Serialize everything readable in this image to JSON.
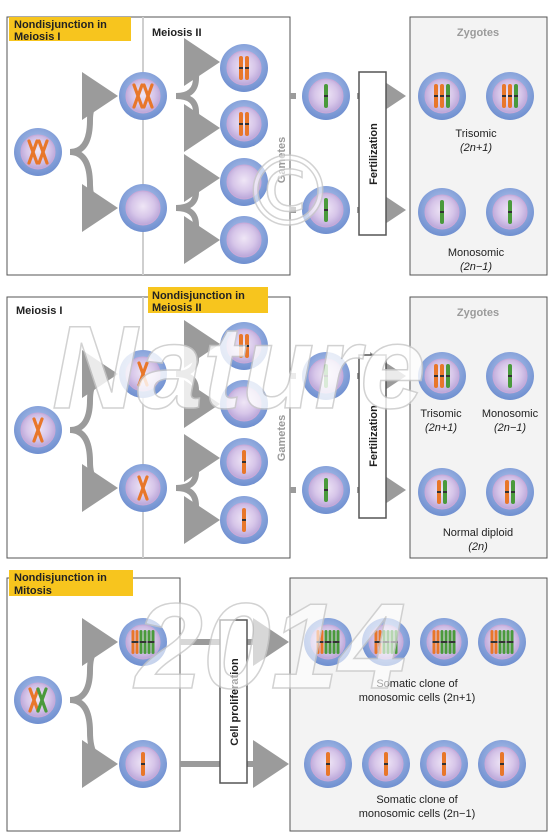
{
  "panels": {
    "meiosis1": {
      "tag_line1": "Nondisjunction in",
      "tag_line2": "Meiosis I",
      "meiosis2_label": "Meiosis II",
      "gametes_label": "Gametes",
      "fertilization_label": "Fertilization",
      "zygotes_label": "Zygotes",
      "trisomic_label": "Trisomic",
      "trisomic_formula": "(2n+1)",
      "monosomic_label": "Monosomic",
      "monosomic_formula": "(2n−1)"
    },
    "meiosis2": {
      "meiosis1_label": "Meiosis I",
      "tag_line1": "Nondisjunction in",
      "tag_line2": "Meiosis II",
      "gametes_label": "Gametes",
      "fertilization_label": "Fertilization",
      "zygotes_label": "Zygotes",
      "trisomic_label": "Trisomic",
      "trisomic_formula": "(2n+1)",
      "monosomic_label": "Monosomic",
      "monosomic_formula": "(2n−1)",
      "diploid_label": "Normal diploid",
      "diploid_formula": "(2n)"
    },
    "mitosis": {
      "tag_line1": "Nondisjunction in",
      "tag_line2": "Mitosis",
      "proliferation_label": "Cell proliferation",
      "clone_top_line1": "Somatic clone of",
      "clone_top_line2": "monosomic cells (2n+1)",
      "clone_bottom_line1": "Somatic clone of",
      "clone_bottom_line2": "monosomic cells (2n−1)"
    }
  },
  "watermark": {
    "word": "Nature",
    "year": "2014",
    "symbol": "©"
  },
  "colors": {
    "cell_outer": "#8fa8dc",
    "cell_inner": "#d9c8ea",
    "chromosome_orange": "#e8772a",
    "chromosome_green": "#4a9a3c",
    "tag_yellow": "#f7c51e",
    "arrow_gray": "#9b9b9b",
    "panel_border": "#555555"
  }
}
